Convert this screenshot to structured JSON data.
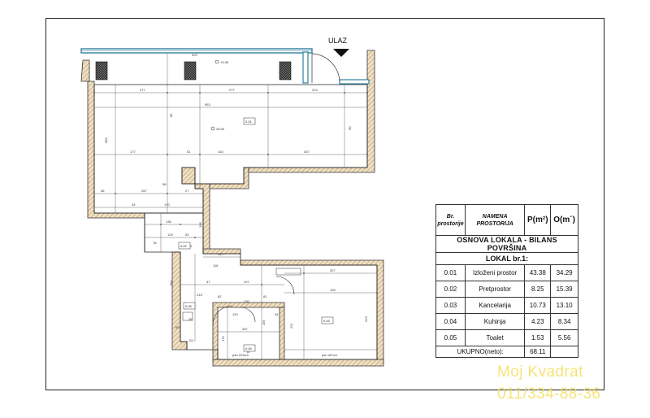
{
  "entrance": {
    "label": "ULAZ"
  },
  "plan_annotations": {
    "elevation_top": "+0.30",
    "elevation_main": "±0.00",
    "dimensions": [
      "277",
      "303",
      "277",
      "219",
      "953",
      "585",
      "51",
      "163",
      "457",
      "46",
      "267",
      "27",
      "177",
      "44",
      "170",
      "136",
      "147",
      "129",
      "53",
      "72",
      "57",
      "107",
      "327",
      "135",
      "221",
      "287",
      "223",
      "175",
      "184",
      "156",
      "195",
      "215",
      "65",
      "111",
      "130",
      "118",
      "82",
      "81",
      "85",
      "90",
      "58",
      "78",
      "120",
      "34",
      "26",
      "87"
    ],
    "room_tags": [
      "0.01",
      "0.02",
      "0.03",
      "0.04",
      "0.05"
    ],
    "door_notes": [
      "pan 223cm",
      "par 187cm"
    ]
  },
  "legend": {
    "headers": {
      "number": "Br. prostorije",
      "name": "NAMENA PROSTORIJA",
      "area": "P(m²)",
      "perimeter": "O(m´)"
    },
    "title": "OSNOVA LOKALA - BILANS POVRŠINA",
    "subtitle": "LOKAL br.1:",
    "rows": [
      {
        "no": "0.01",
        "name": "Izloženi prostor",
        "area": "43.38",
        "perimeter": "34.29"
      },
      {
        "no": "0.02",
        "name": "Pretprostor",
        "area": "8.25",
        "perimeter": "15.39"
      },
      {
        "no": "0.03",
        "name": "Kancelarija",
        "area": "10.73",
        "perimeter": "13.10"
      },
      {
        "no": "0.04",
        "name": "Kuhinja",
        "area": "4.23",
        "perimeter": "8.34"
      },
      {
        "no": "0.05",
        "name": "Toalet",
        "area": "1.53",
        "perimeter": "5.56"
      }
    ],
    "total_label": "UKUPNO(neto):",
    "total_value": "68.11"
  },
  "watermark": {
    "line1": "Moj Kvadrat",
    "line2": "011/334-88-36"
  },
  "colors": {
    "wall_hatch": "#d9b98a",
    "glass": "#2f7fa0",
    "watermark": "#f3e061"
  }
}
